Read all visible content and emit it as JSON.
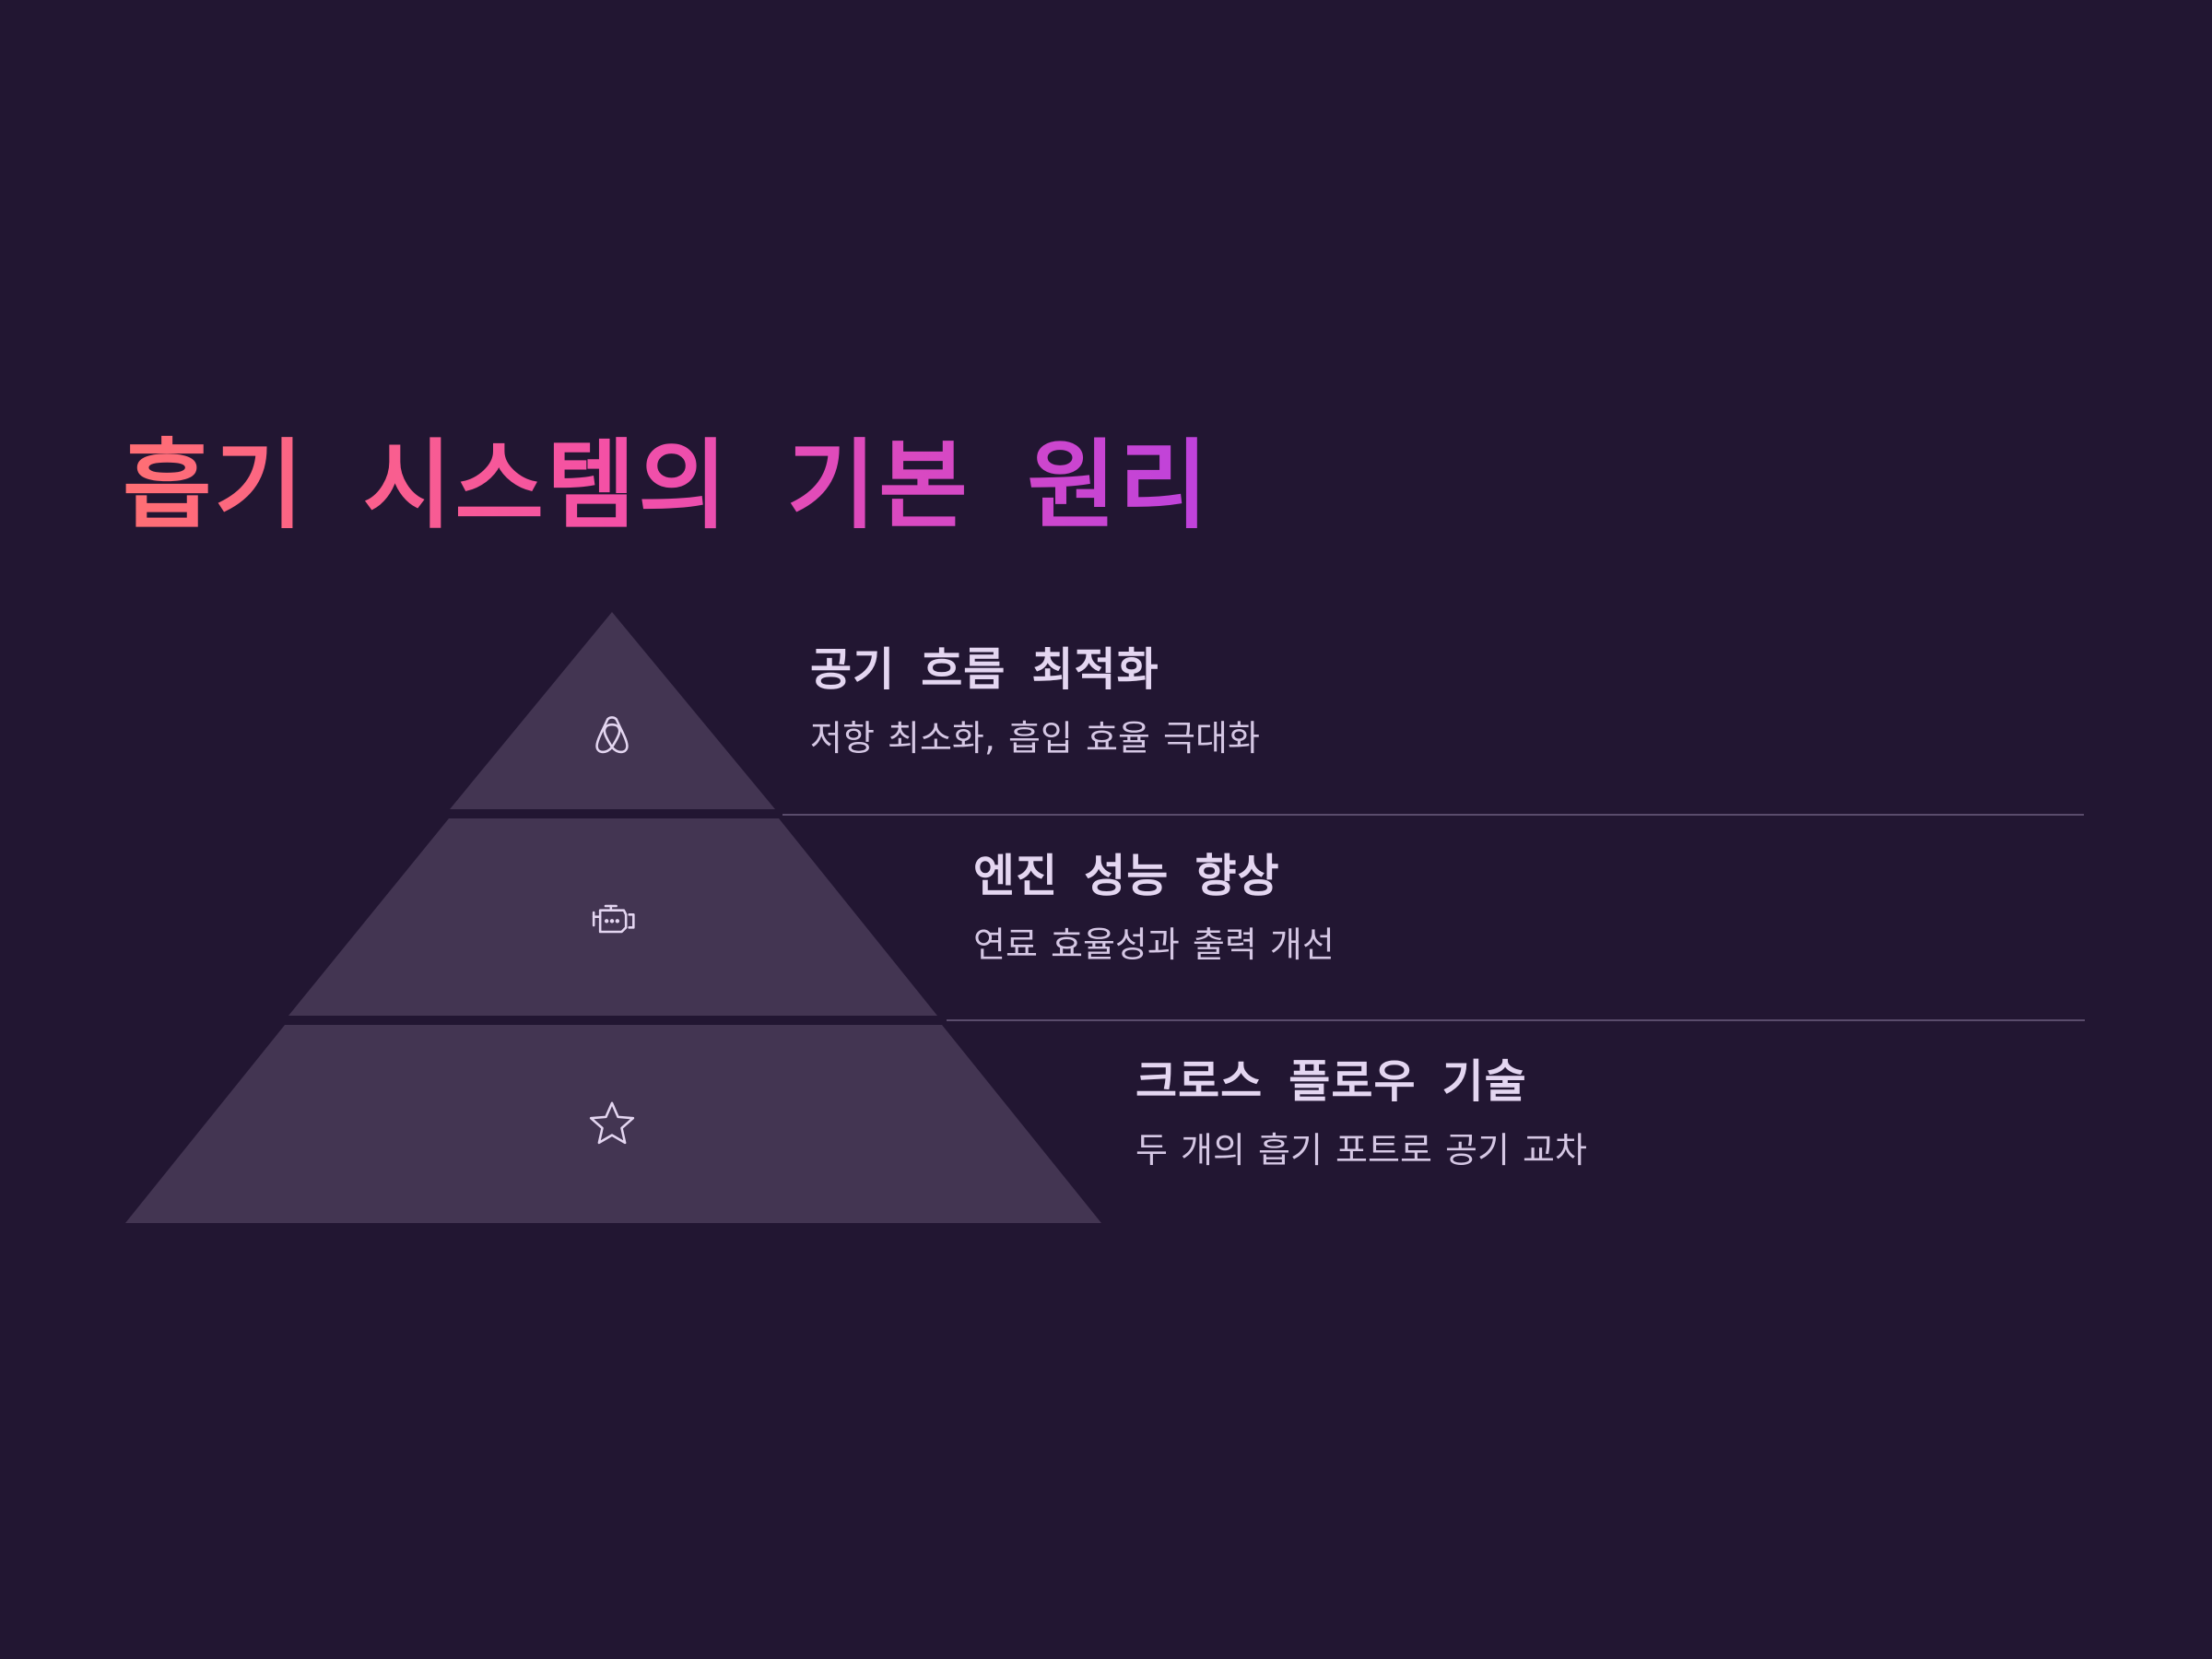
{
  "title": "흡기 시스템의 기본 원리",
  "colors": {
    "background": "#221632",
    "tier_fill": "#433552",
    "title_gradient": [
      "#ff6f73",
      "#f450a6",
      "#be42dc"
    ],
    "text_primary": "#e4d6f1",
    "text_secondary": "#d5c7e4",
    "divider": "#5a4c6c"
  },
  "tiers": [
    {
      "icon": "airbnb-icon",
      "title": "공기 흐름 최적화",
      "description": "저항 최소화, 흡입 효율 극대화"
    },
    {
      "icon": "engine-icon",
      "title": "엔진 성능 향상",
      "description": "연료 효율성과 출력 개선"
    },
    {
      "icon": "star-icon",
      "title": "크로스 플로우 기술",
      "description": "두 개의 흡기 포트로 공기 교차"
    }
  ]
}
